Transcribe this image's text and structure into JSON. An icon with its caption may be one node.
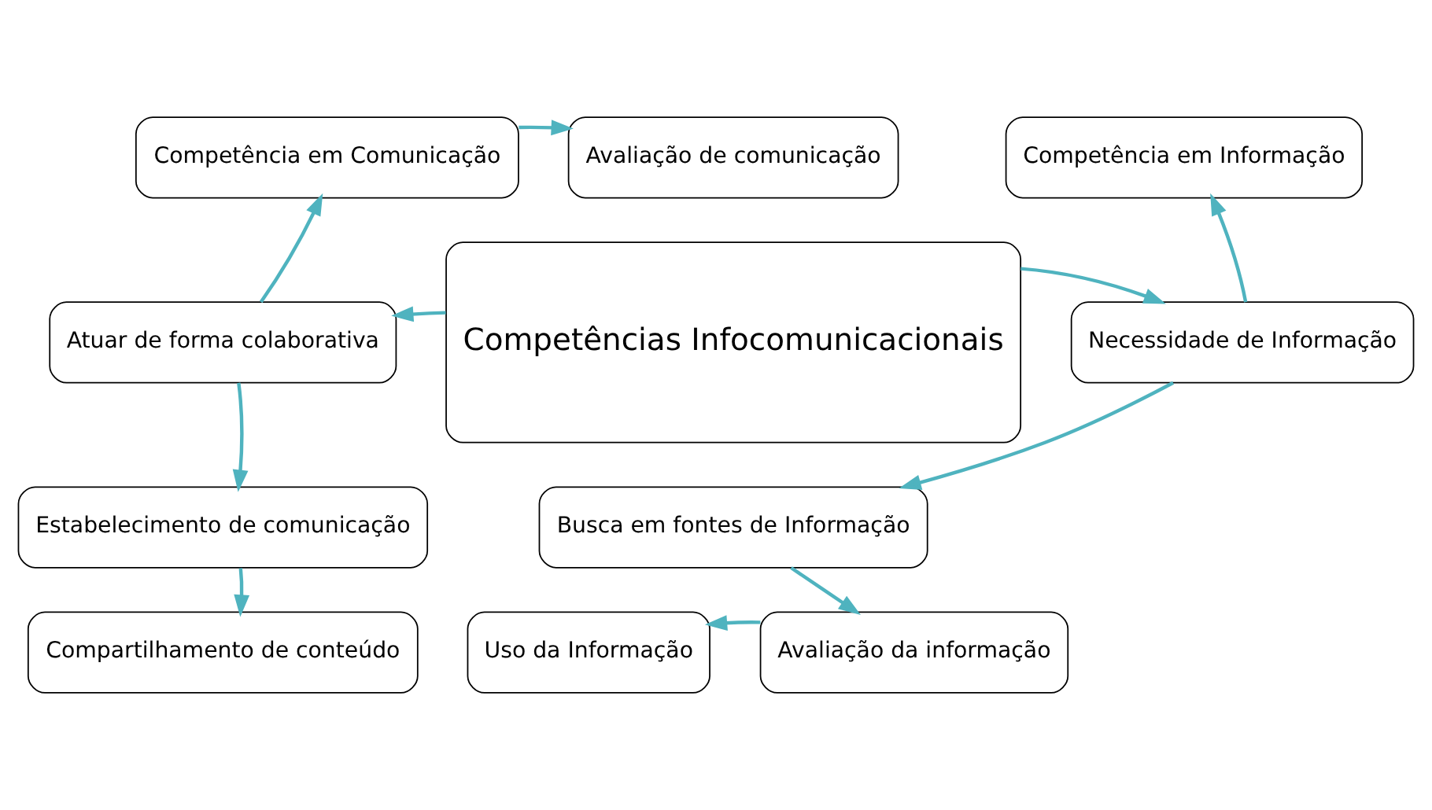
{
  "diagram": {
    "nodes": [
      {
        "text": [
          "Competências Infocomunicacionais"
        ]
      },
      {
        "text": [
          "Competência em Comunicação"
        ]
      },
      {
        "text": [
          "Avaliação de comunicação"
        ]
      },
      {
        "text": [
          "Competência em Informação"
        ]
      },
      {
        "text": [
          "Atuar de forma colaborativa"
        ]
      },
      {
        "text": [
          "Necessidade de Informação"
        ]
      },
      {
        "text": [
          "Estabelecimento de comunicação"
        ]
      },
      {
        "text": [
          "Busca em fontes de Informação"
        ]
      },
      {
        "text": [
          "Compartilhamento de conteúdo"
        ]
      },
      {
        "text": [
          "Uso da Informação"
        ]
      },
      {
        "text": [
          "Avaliação da informação"
        ]
      }
    ],
    "edges": [
      {
        "from": 0,
        "to": 4,
        "arrow": "to"
      },
      {
        "from": 0,
        "to": 5,
        "arrow": "to"
      },
      {
        "from": 4,
        "to": 1,
        "arrow": "to"
      },
      {
        "from": 1,
        "to": 2,
        "arrow": "to"
      },
      {
        "from": 4,
        "to": 6,
        "arrow": "to"
      },
      {
        "from": 6,
        "to": 8,
        "arrow": "to"
      },
      {
        "from": 5,
        "to": 3,
        "arrow": "to"
      },
      {
        "from": 5,
        "to": 7,
        "arrow": "to"
      },
      {
        "from": 7,
        "to": 10,
        "arrow": "to"
      },
      {
        "from": 10,
        "to": 9,
        "arrow": "to"
      }
    ]
  }
}
